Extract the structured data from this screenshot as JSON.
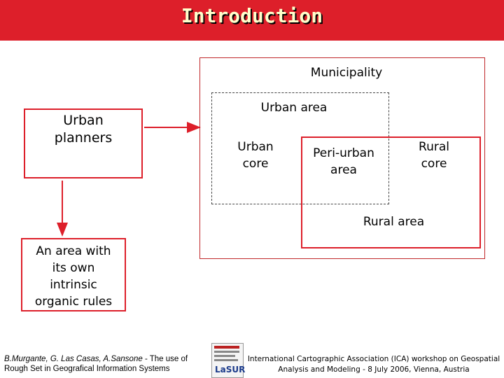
{
  "title": "Introduction",
  "diagram": {
    "municipality": "Municipality",
    "urban_area": "Urban area",
    "urban_core": "Urban\ncore",
    "peri_urban": "Peri-urban\narea",
    "rural_core": "Rural\ncore",
    "rural_area": "Rural area",
    "urban_planners": "Urban\nplanners",
    "organic_rules": "An area with\nits own\nintrinsic\norganic rules"
  },
  "footer": {
    "left_authors": "B.Murgante, G. Las Casas, A.Sansone",
    "left_rest": " - The use of Rough Set in Geografical Information Systems",
    "right": "International Cartographic Association (ICA) workshop on Geospatial Analysis and Modeling - 8 July 2006, Vienna, Austria",
    "logo_text": "LaSUR"
  },
  "colors": {
    "title_bg": "#dd1f2a",
    "title_text": "#ffffcc",
    "box_border": "#dd1f2a"
  }
}
